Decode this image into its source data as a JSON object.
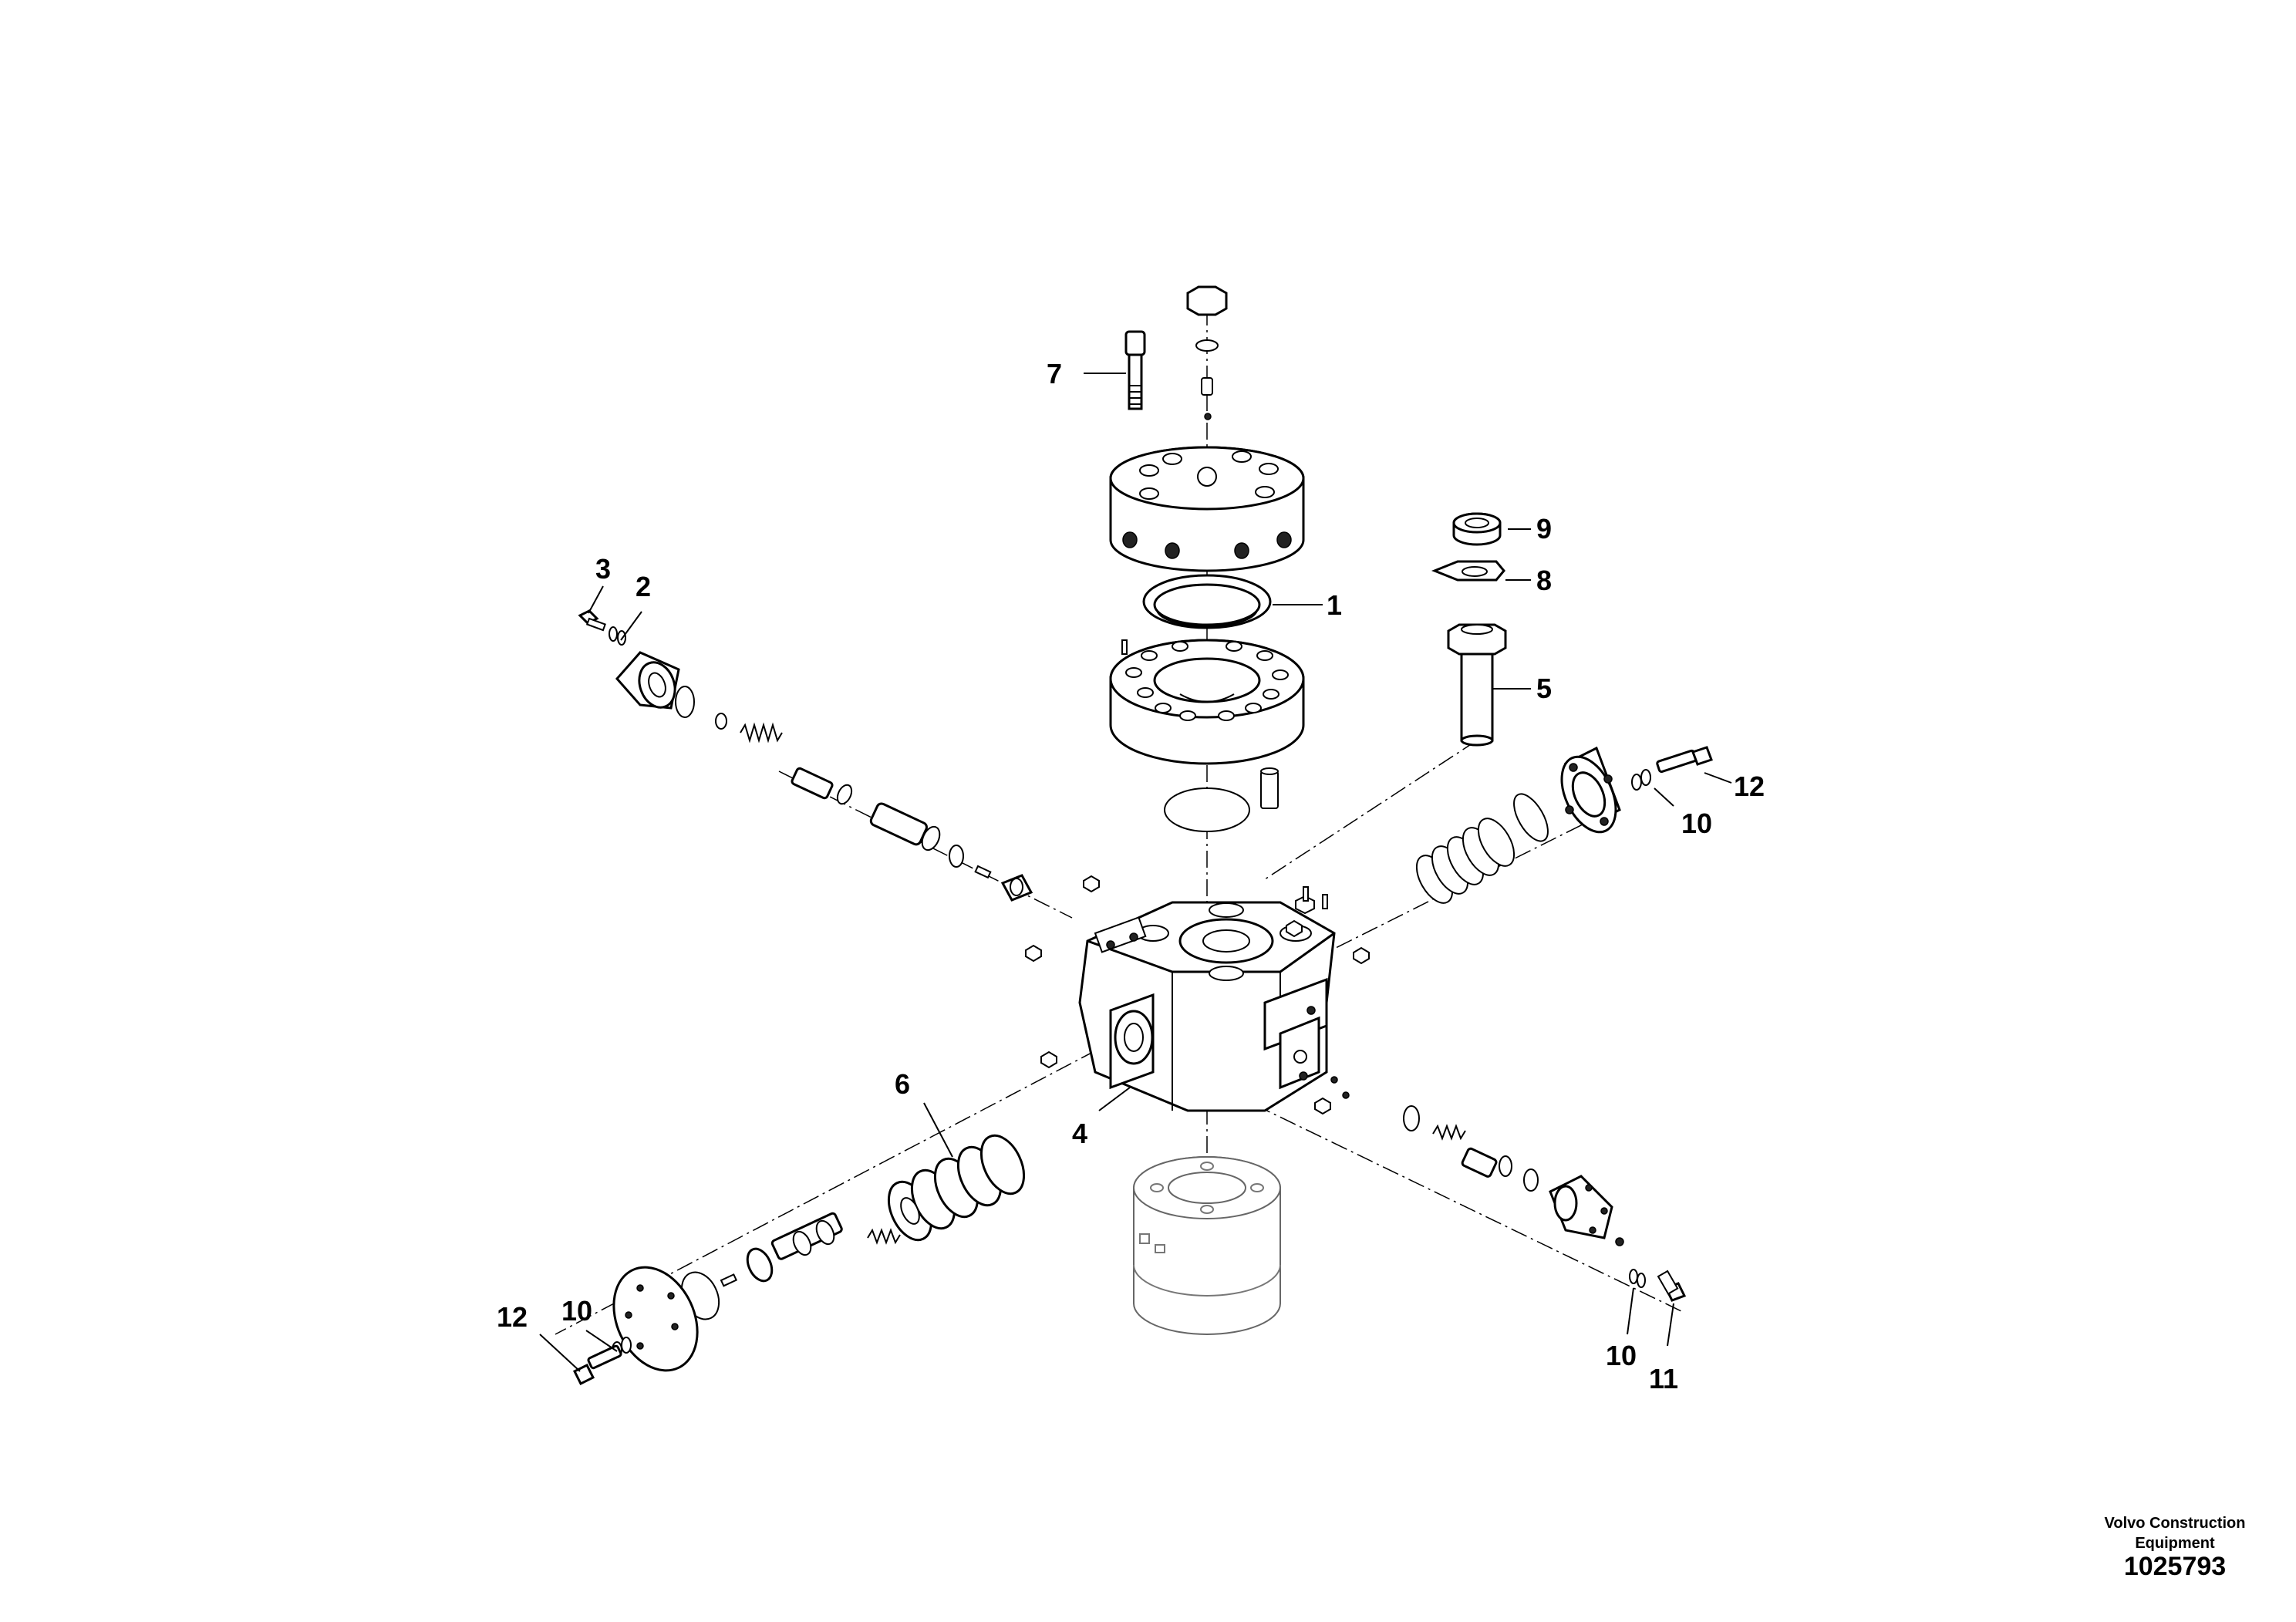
{
  "callouts": [
    {
      "id": "c1",
      "label": "1"
    },
    {
      "id": "c2",
      "label": "2"
    },
    {
      "id": "c3",
      "label": "3"
    },
    {
      "id": "c4",
      "label": "4"
    },
    {
      "id": "c5",
      "label": "5"
    },
    {
      "id": "c6",
      "label": "6"
    },
    {
      "id": "c7",
      "label": "7"
    },
    {
      "id": "c8",
      "label": "8"
    },
    {
      "id": "c9",
      "label": "9"
    },
    {
      "id": "c10a",
      "label": "10"
    },
    {
      "id": "c10b",
      "label": "10"
    },
    {
      "id": "c10c",
      "label": "10"
    },
    {
      "id": "c11",
      "label": "11"
    },
    {
      "id": "c12a",
      "label": "12"
    },
    {
      "id": "c12b",
      "label": "12"
    }
  ],
  "footer": {
    "company": "Volvo Construction Equipment",
    "drawing_number": "1025793"
  }
}
